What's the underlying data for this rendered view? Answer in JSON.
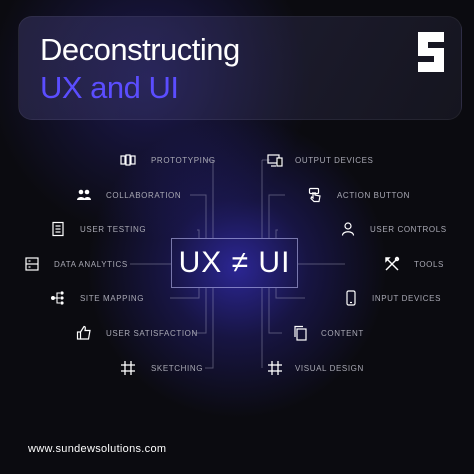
{
  "header": {
    "title_line1": "Deconstructing",
    "title_line2": "UX and UI"
  },
  "center": {
    "text": "UX ≠ UI"
  },
  "left_items": [
    {
      "label": "PROTOTYPING",
      "icon": "prototyping-icon"
    },
    {
      "label": "COLLABORATION",
      "icon": "people-icon"
    },
    {
      "label": "USER TESTING",
      "icon": "clipboard-icon"
    },
    {
      "label": "DATA ANALYTICS",
      "icon": "database-icon"
    },
    {
      "label": "SITE MAPPING",
      "icon": "sitemap-icon"
    },
    {
      "label": "USER SATISFACTION",
      "icon": "thumbs-up-icon"
    },
    {
      "label": "SKETCHING",
      "icon": "grid-icon"
    }
  ],
  "right_items": [
    {
      "label": "OUTPUT DEVICES",
      "icon": "devices-icon"
    },
    {
      "label": "ACTION BUTTON",
      "icon": "tap-icon"
    },
    {
      "label": "USER CONTROLS",
      "icon": "user-icon"
    },
    {
      "label": "TOOLS",
      "icon": "tools-icon"
    },
    {
      "label": "INPUT DEVICES",
      "icon": "phone-icon"
    },
    {
      "label": "CONTENT",
      "icon": "copy-icon"
    },
    {
      "label": "VISUAL DESIGN",
      "icon": "grid-icon"
    }
  ],
  "footer": {
    "url": "www.sundewsolutions.com"
  },
  "colors": {
    "accent": "#5b4dff",
    "background": "#0b0b10",
    "label": "#a9a9b4"
  }
}
